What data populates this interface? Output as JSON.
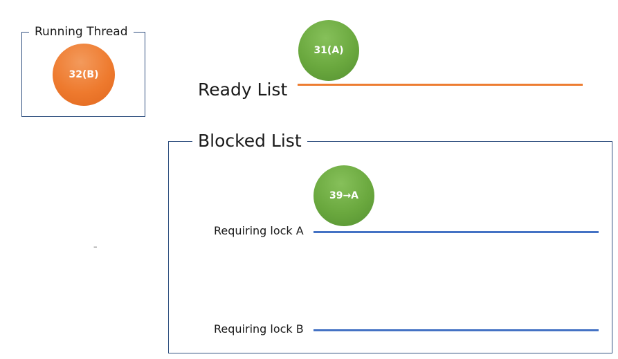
{
  "running_thread": {
    "title": "Running Thread",
    "thread": {
      "label": "32(B)",
      "color": "#ef7a2e"
    }
  },
  "ready_list": {
    "title": "Ready List",
    "line_color": "#ed7d31",
    "threads": [
      {
        "label": "31(A)",
        "color": "#6aa83e"
      }
    ]
  },
  "blocked_list": {
    "title": "Blocked List",
    "queues": [
      {
        "label": "Requiring lock A",
        "line_color": "#4472c4",
        "threads": [
          {
            "label": "39→A",
            "color": "#6aa83e"
          }
        ]
      },
      {
        "label": "Requiring lock B",
        "line_color": "#4472c4",
        "threads": []
      }
    ]
  },
  "stray_mark": "–"
}
